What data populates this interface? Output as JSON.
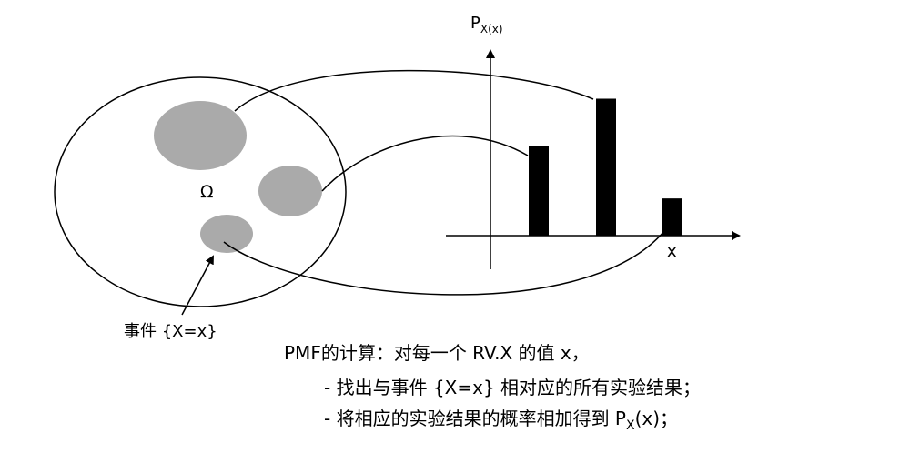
{
  "diagram": {
    "sample_space_label": "Ω",
    "y_axis_label_main": "P",
    "y_axis_label_sub": "X(x)",
    "x_axis_label": "x",
    "event_label": "事件 {X=x}",
    "pmf_heading": "PMF的计算：对每一个 RV.X 的值 x，",
    "step_1": "- 找出与事件 {X=x} 相对应的所有实验结果；",
    "step_2_prefix": "- 将相应的实验结果的概率相加得到 P",
    "step_2_sub": "X",
    "step_2_suffix": "(x)；"
  },
  "chart_data": {
    "type": "bar",
    "values": [
      0.46,
      0.7,
      0.19
    ],
    "xlabel": "x",
    "ylabel": "PX(x)"
  },
  "colors": {
    "blob_fill": "#aaaaaa",
    "bar_fill": "#000000",
    "stroke": "#000000"
  }
}
